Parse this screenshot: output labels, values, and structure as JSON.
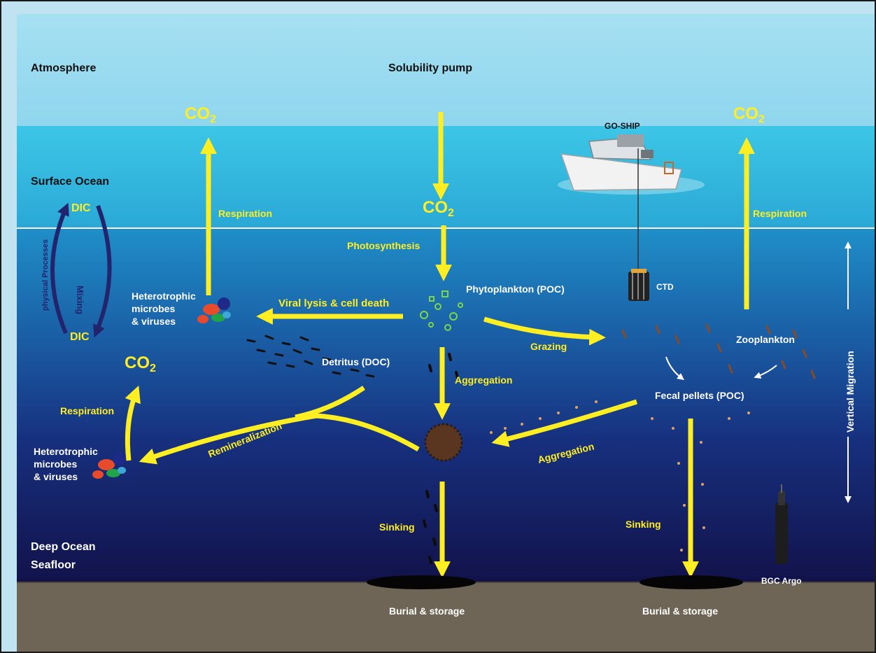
{
  "zones": {
    "atmosphere": "Atmosphere",
    "surface_ocean": "Surface Ocean",
    "deep_ocean": "Deep Ocean",
    "seafloor": "Seafloor"
  },
  "title": "Solubility pump",
  "co2": {
    "main": "CO",
    "sub": "2"
  },
  "processes": {
    "respiration": "Respiration",
    "photosynthesis": "Photosynthesis",
    "viral_lysis": "Viral lysis & cell death",
    "grazing": "Grazing",
    "aggregation": "Aggregation",
    "remineralization": "Remineralization",
    "sinking": "Sinking",
    "mixing": "Mixing",
    "physical_processes": "physical Processes"
  },
  "entities": {
    "dic": "DIC",
    "phytoplankton": "Phytoplankton (POC)",
    "heterotrophic": [
      "Heterotrophic",
      "microbes",
      "& viruses"
    ],
    "detritus": "Detritus (DOC)",
    "zooplankton": "Zooplankton",
    "fecal_pellets": "Fecal pellets (POC)",
    "burial": "Burial & storage",
    "vertical_migration": "Vertical Migration"
  },
  "instruments": {
    "ship": "GO-SHIP",
    "ctd": "CTD",
    "argo": "BGC Argo"
  },
  "colors": {
    "atmosphere": "#9fdcef",
    "surface": "#33bfe0",
    "deep": "#13154f",
    "seafloor": "#6e6556",
    "arrow": "#ffee22",
    "mixing_arrow": "#23246e"
  }
}
